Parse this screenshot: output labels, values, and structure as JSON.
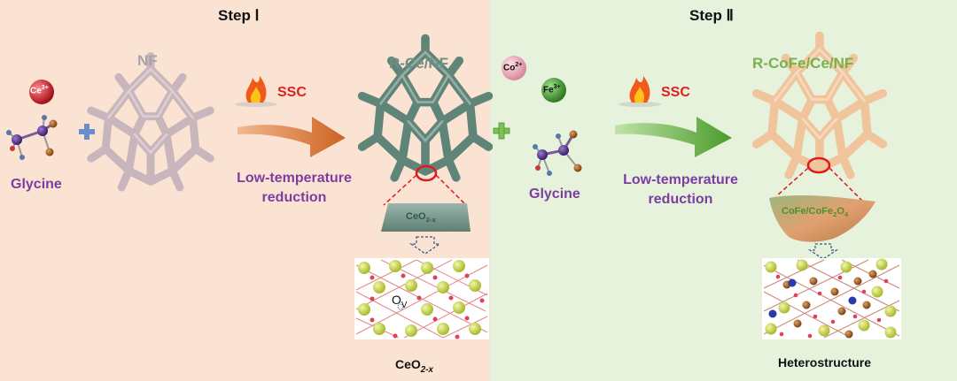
{
  "colors": {
    "step1_bg": "#fbe3d4",
    "step2_bg": "#e6f2dc",
    "nf": "#c9b6bc",
    "r_ce_nf": "#5f8478",
    "r_cofe": "#f1c59b",
    "glycine_text": "#7b3ea0",
    "ssc_text": "#e0201a",
    "arrow1": "#d8742a",
    "arrow2": "#5ea83a",
    "r_ce_label": "#6e8f84",
    "r_cofe_label": "#7ab04c",
    "nf_label": "#aaa4aa"
  },
  "step1": {
    "title": "Step Ⅰ",
    "ce_ion": "Ce",
    "ce_charge": "3+",
    "glycine": "Glycine",
    "plus": "+",
    "nf_label": "NF",
    "ssc": "SSC",
    "reduction_line1": "Low-temperature",
    "reduction_line2": "reduction",
    "product_label": "R-Ce/NF",
    "inset_label_main": "CeO",
    "inset_label_sub": "2-x",
    "ov_main": "O",
    "ov_sub": "V",
    "caption_main": "CeO",
    "caption_sub": "2-x"
  },
  "step2": {
    "title": "Step Ⅱ",
    "co_ion": "Co",
    "co_charge": "2+",
    "fe_ion": "Fe",
    "fe_charge": "3+",
    "glycine": "Glycine",
    "plus": "+",
    "ssc": "SSC",
    "reduction_line1": "Low-temperature",
    "reduction_line2": "reduction",
    "product_label": "R-CoFe/Ce/NF",
    "inset_label_main": "CoFe/CoFe",
    "inset_label_sub1": "2",
    "inset_label_mid": "O",
    "inset_label_sub2": "4",
    "caption": "Heterostructure"
  }
}
